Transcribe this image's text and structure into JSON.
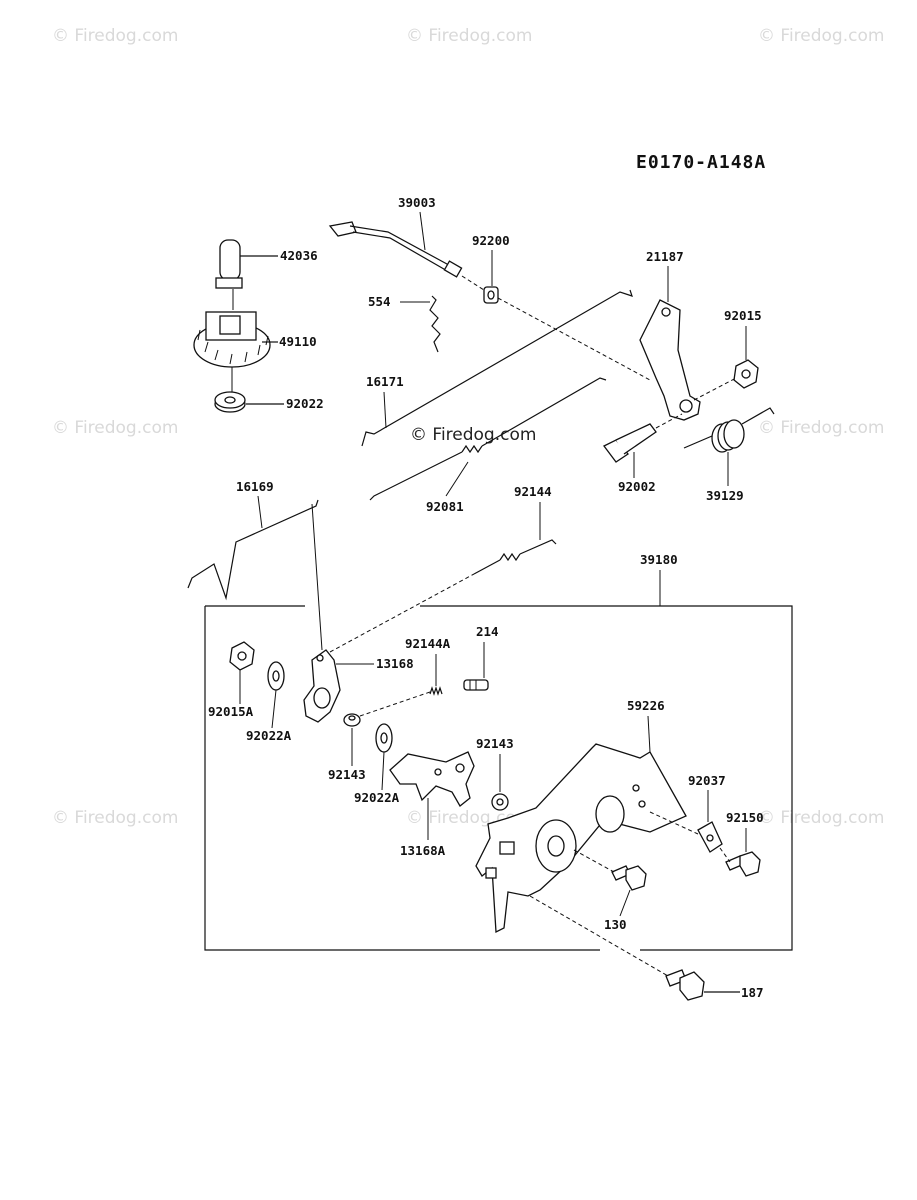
{
  "diagram_code": "E0170-A148A",
  "watermark": "© Firedog.com",
  "center_watermark": "© Firedog.com",
  "assembly_label": "39180",
  "parts": {
    "p39003": "39003",
    "p92200": "92200",
    "p42036": "42036",
    "p554": "554",
    "p49110": "49110",
    "p21187": "21187",
    "p92015": "92015",
    "p16171": "16171",
    "p92022": "92022",
    "p92002": "92002",
    "p39129": "39129",
    "p92081": "92081",
    "p16169": "16169",
    "p92144": "92144",
    "p13168": "13168",
    "p92144A": "92144A",
    "p214": "214",
    "p92015A": "92015A",
    "p92022A_1": "92022A",
    "p92143_1": "92143",
    "p92022A_2": "92022A",
    "p92143_2": "92143",
    "p59226": "59226",
    "p92037": "92037",
    "p92150": "92150",
    "p13168A": "13168A",
    "p130": "130",
    "p187": "187"
  }
}
